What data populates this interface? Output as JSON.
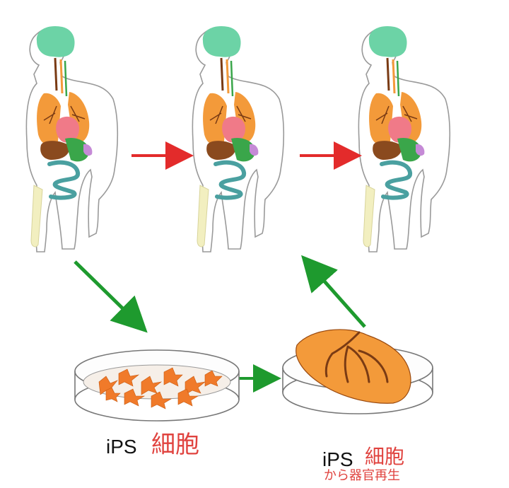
{
  "labels": {
    "left": {
      "ips": "iPS",
      "cell": "細胞"
    },
    "right": {
      "ips": "iPS",
      "cell": "細胞",
      "caption": "から器官再生"
    }
  },
  "colors": {
    "red_arrow": "#e32b2b",
    "green_arrow": "#1e9a2e",
    "japanese_text": "#e0433f",
    "lung": "#f39a3a",
    "brain": "#6cd3a6",
    "heart": "#f07a88",
    "stomach": "#3aa64a",
    "liver": "#8a4a1e",
    "intestine": "#4aa0a0",
    "bone": "#f2efc0",
    "airway": "#7a3b14"
  },
  "icons": [
    "body-figure-icon",
    "petri-dish-icon",
    "arrow-icon",
    "lung-tissue-icon"
  ]
}
